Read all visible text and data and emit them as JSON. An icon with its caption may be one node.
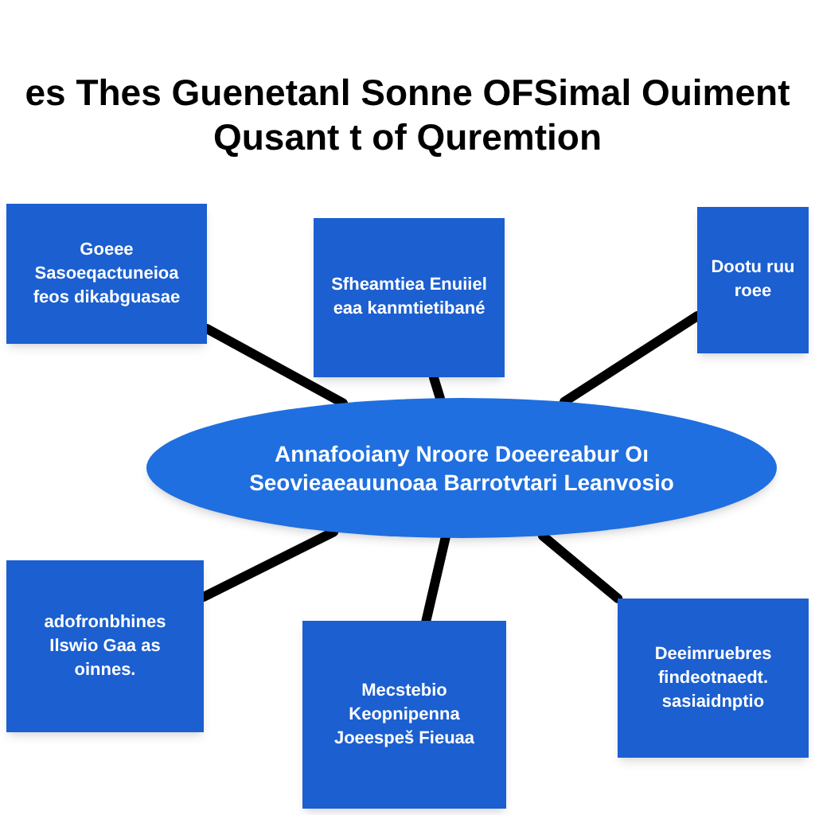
{
  "diagram": {
    "title": "es Thes Guenetanl Sonne OFSimal Ouiment Qusant t of Quremtion",
    "nodes": [
      {
        "text": [
          "Goeee Sasoeqactuneioa feos dikabguasae"
        ]
      },
      {
        "text": [
          "Sfheamtiea Enuiiel eaa kanmtietibané"
        ]
      },
      {
        "text": [
          "Dootu ruu roee"
        ]
      },
      {
        "text": [
          "Annafooiany Nroore Doeereabur Oı Seovieaeauunoaa Barrotvtari Leanvosio"
        ]
      },
      {
        "text": [
          "adofronbhines Ilswio Gaa as oinnes."
        ]
      },
      {
        "text": [
          "Mecstebio Keopnipenna Joeespeš Fieuaa"
        ]
      },
      {
        "text": [
          "Deeimruebres findeotnaedt. sasiaidnptio"
        ]
      }
    ],
    "edges": [
      {
        "from": 0,
        "to": 3,
        "arrow": "none"
      },
      {
        "from": 1,
        "to": 3,
        "arrow": "none"
      },
      {
        "from": 2,
        "to": 3,
        "arrow": "none"
      },
      {
        "from": 4,
        "to": 3,
        "arrow": "none"
      },
      {
        "from": 5,
        "to": 3,
        "arrow": "none"
      },
      {
        "from": 6,
        "to": 3,
        "arrow": "none"
      }
    ]
  }
}
